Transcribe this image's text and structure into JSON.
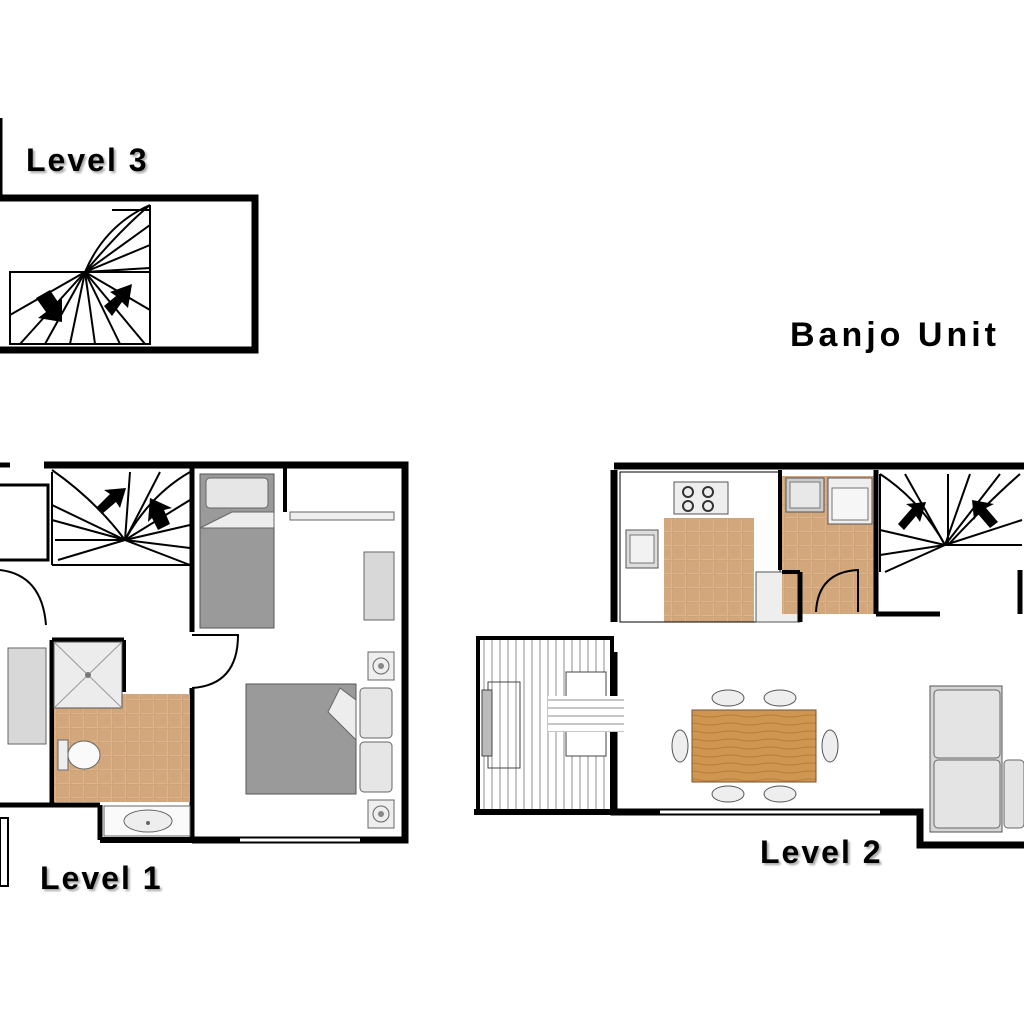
{
  "title": "Banjo Unit",
  "levels": {
    "level3": "Level 3",
    "level1": "Level 1",
    "level2": "Level 2"
  },
  "colors": {
    "wall": "#000000",
    "tile": "#d9b38c",
    "timber_table": "#c8904a",
    "bed_grey": "#9a9a9a",
    "fixture_grey": "#d8d8d8",
    "deck_stripe": "#888888"
  }
}
